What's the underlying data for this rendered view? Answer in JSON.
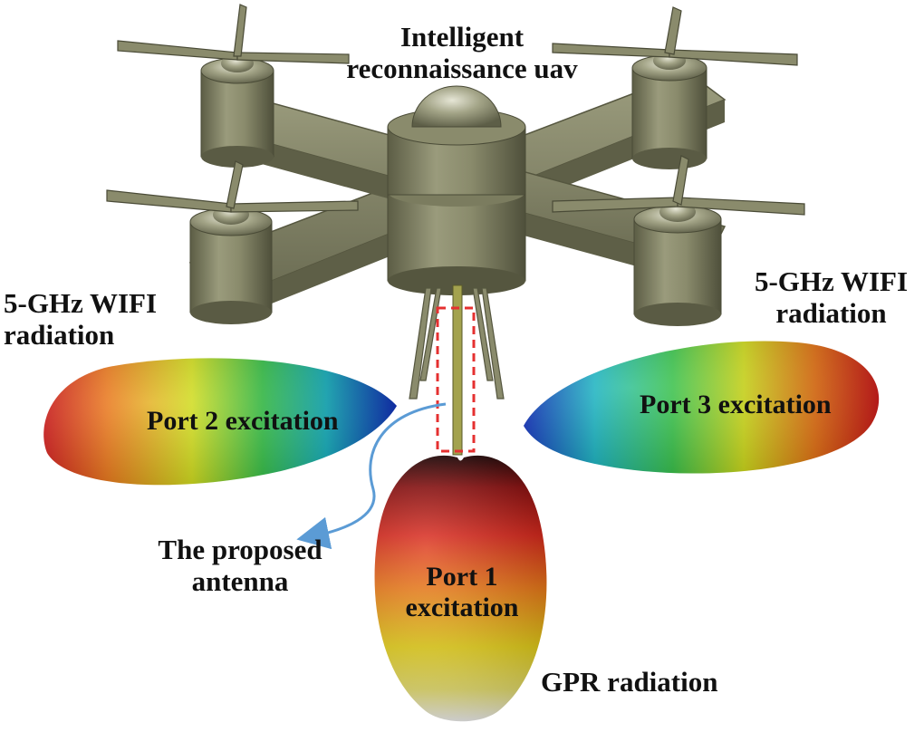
{
  "labels": {
    "uav_title_line1": "Intelligent",
    "uav_title_line2": "reconnaissance uav",
    "wifi_left_line1": "5-GHz WIFI",
    "wifi_left_line2": "radiation",
    "wifi_right_line1": "5-GHz WIFI",
    "wifi_right_line2": "radiation",
    "port2": "Port 2 excitation",
    "port3": "Port 3 excitation",
    "port1_line1": "Port 1",
    "port1_line2": "excitation",
    "antenna_line1": "The proposed",
    "antenna_line2": "antenna",
    "gpr": "GPR radiation"
  },
  "colors": {
    "uav_body": "#8a8b6c",
    "uav_dark": "#5f6048",
    "highlight_box": "#e53030",
    "arrow": "#5b9bd5"
  }
}
